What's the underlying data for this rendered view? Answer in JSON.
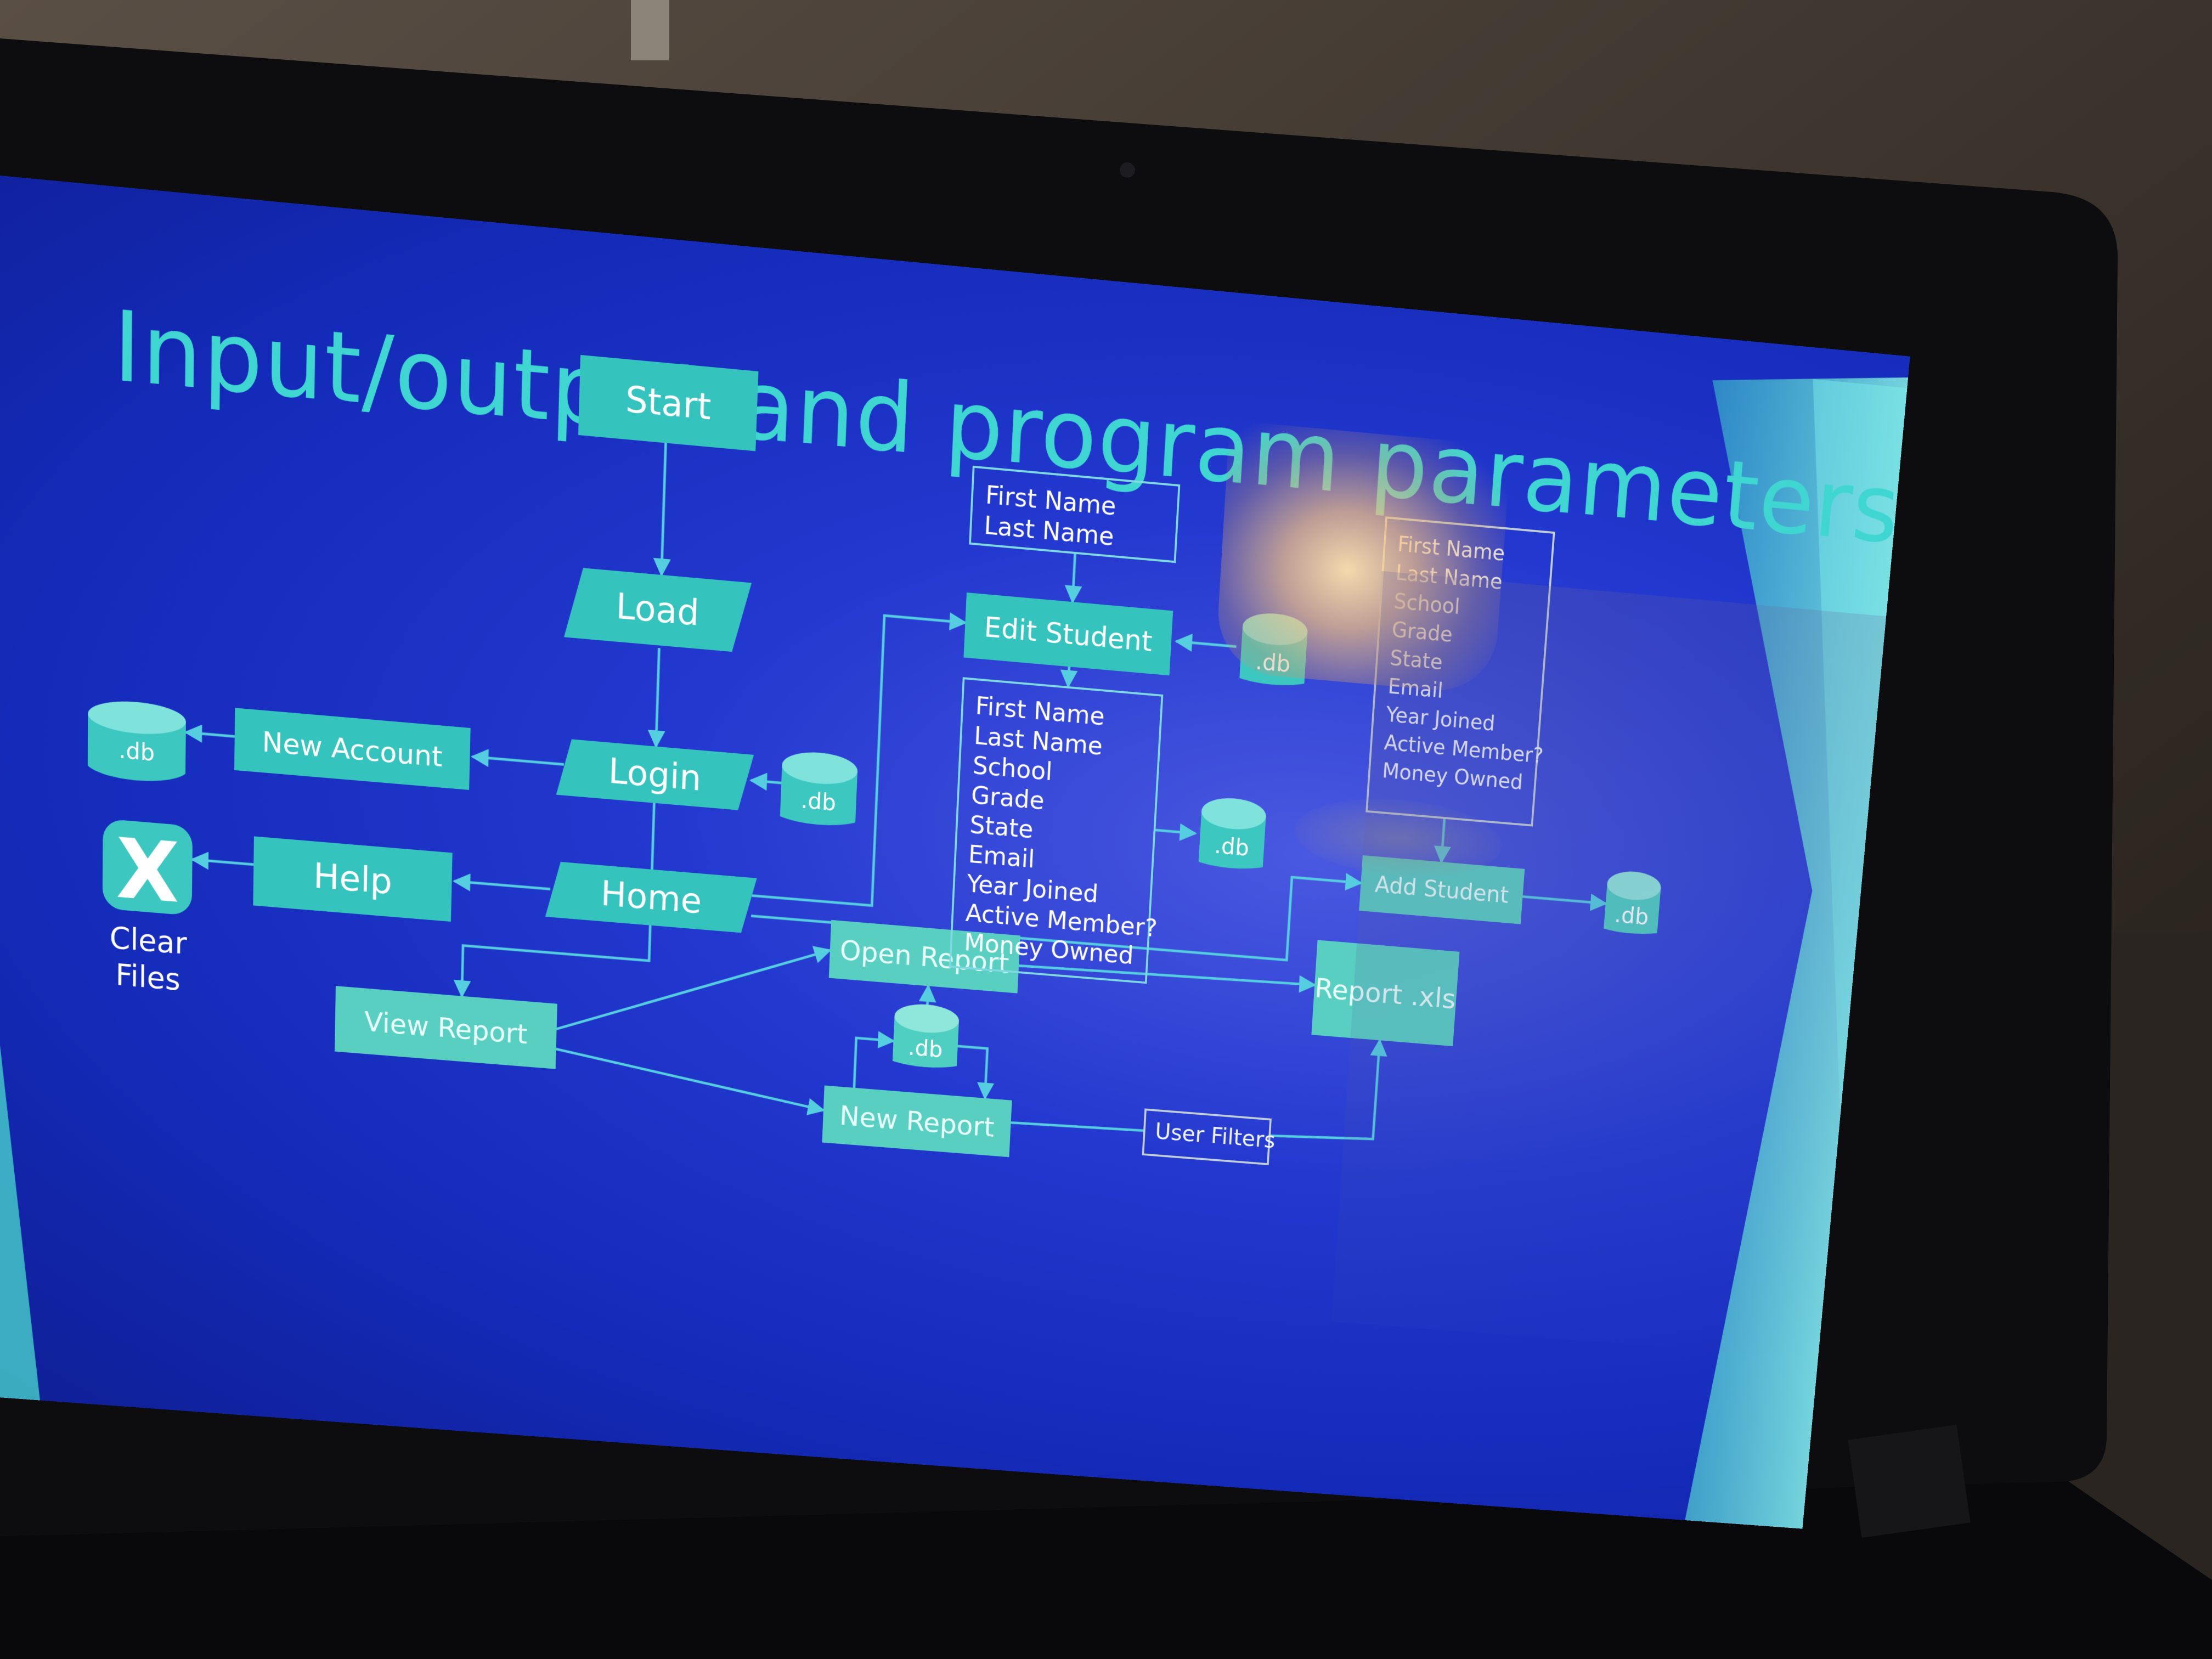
{
  "slide": {
    "title": "Input/output and program parameters"
  },
  "nodes": {
    "start": "Start",
    "load": "Load",
    "login": "Login",
    "new_account": "New Account",
    "home": "Home",
    "help": "Help",
    "clear_files": "Clear Files",
    "view_report": "View Report",
    "open_report": "Open Report",
    "new_report": "New Report",
    "user_filters": "User Filters",
    "report_xls": "Report .xls",
    "edit_student": "Edit Student",
    "add_student": "Add Student"
  },
  "edit_student_input_fields": [
    "First Name",
    "Last Name"
  ],
  "edit_student_output_fields": [
    "First Name",
    "Last Name",
    "School",
    "Grade",
    "State",
    "Email",
    "Year Joined",
    "Active Member?",
    "Money Owned"
  ],
  "add_student_fields": [
    "First Name",
    "Last Name",
    "School",
    "Grade",
    "State",
    "Email",
    "Year Joined",
    "Active Member?",
    "Money Owned"
  ],
  "db_label": ".db",
  "clear_files_icon": "X",
  "colors": {
    "slide_background": "#1a35c8",
    "title_text": "#3fd6d2",
    "node_fill": "#35c3bd",
    "connector": "#55cfe0"
  }
}
